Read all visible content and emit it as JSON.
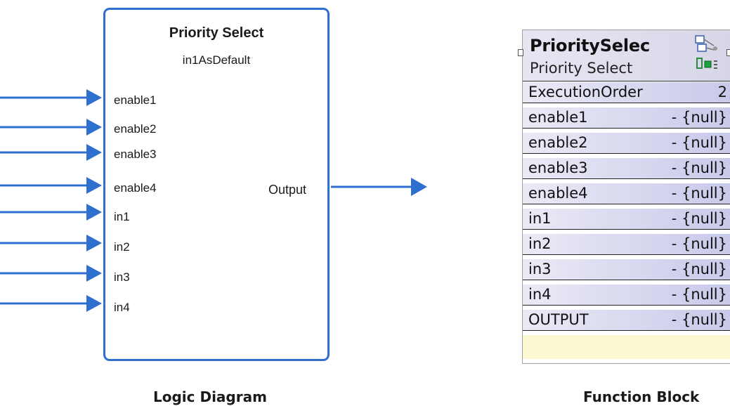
{
  "logic_diagram": {
    "title": "Priority Select",
    "subtitle": "in1AsDefault",
    "inputs": [
      "enable1",
      "enable2",
      "enable3",
      "enable4",
      "in1",
      "in2",
      "in3",
      "in4"
    ],
    "output": "Output",
    "caption": "Logic Diagram",
    "arrow_color": "#2f6fd0"
  },
  "function_block": {
    "name": "PrioritySelec",
    "type": "Priority Select",
    "icon": "function-block-icon",
    "rows": [
      {
        "label": "ExecutionOrder",
        "value": "2"
      },
      {
        "label": "enable1",
        "value": "- {null}"
      },
      {
        "label": "enable2",
        "value": "- {null}"
      },
      {
        "label": "enable3",
        "value": "- {null}"
      },
      {
        "label": "enable4",
        "value": "- {null}"
      },
      {
        "label": "in1",
        "value": "- {null}"
      },
      {
        "label": "in2",
        "value": "- {null}"
      },
      {
        "label": "in3",
        "value": "- {null}"
      },
      {
        "label": "in4",
        "value": "- {null}"
      },
      {
        "label": "OUTPUT",
        "value": "- {null}"
      }
    ],
    "caption": "Function Block"
  }
}
